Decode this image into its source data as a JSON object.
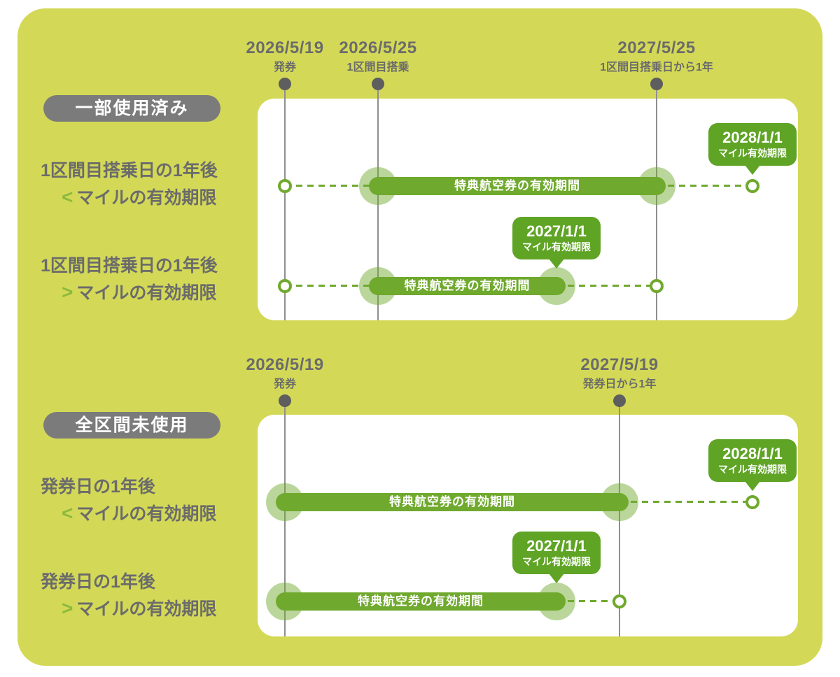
{
  "colors": {
    "card_background": "#d3d957",
    "panel_background": "#ffffff",
    "bar_green": "#6fa92d",
    "bubble_green": "#5fa425",
    "light_circle_green": "#b7d590",
    "badge_gray": "#7b7b7b",
    "text_gray": "#6b6b6b",
    "symbol_green": "#8cba3c"
  },
  "s1": {
    "badge": "一部使用済み",
    "markers": [
      {
        "date": "2026/5/19",
        "label": "発券"
      },
      {
        "date": "2026/5/25",
        "label": "1区間目搭乗"
      },
      {
        "date": "2027/5/25",
        "label": "1区間目搭乗日から1年"
      }
    ],
    "row1": {
      "label_line1": "1区間目搭乗日の1年後",
      "symbol": "<",
      "label_line2": "マイルの有効期限",
      "bar": "特典航空券の有効期間",
      "bubble_date": "2028/1/1",
      "bubble_label": "マイル有効期限"
    },
    "row2": {
      "label_line1": "1区間目搭乗日の1年後",
      "symbol": ">",
      "label_line2": "マイルの有効期限",
      "bar": "特典航空券の有効期間",
      "bubble_date": "2027/1/1",
      "bubble_label": "マイル有効期限"
    }
  },
  "s2": {
    "badge": "全区間未使用",
    "markers": [
      {
        "date": "2026/5/19",
        "label": "発券"
      },
      {
        "date": "2027/5/19",
        "label": "発券日から1年"
      }
    ],
    "row1": {
      "label_line1": "発券日の1年後",
      "symbol": "<",
      "label_line2": "マイルの有効期限",
      "bar": "特典航空券の有効期間",
      "bubble_date": "2028/1/1",
      "bubble_label": "マイル有効期限"
    },
    "row2": {
      "label_line1": "発券日の1年後",
      "symbol": ">",
      "label_line2": "マイルの有効期限",
      "bar": "特典航空券の有効期間",
      "bubble_date": "2027/1/1",
      "bubble_label": "マイル有効期限"
    }
  }
}
